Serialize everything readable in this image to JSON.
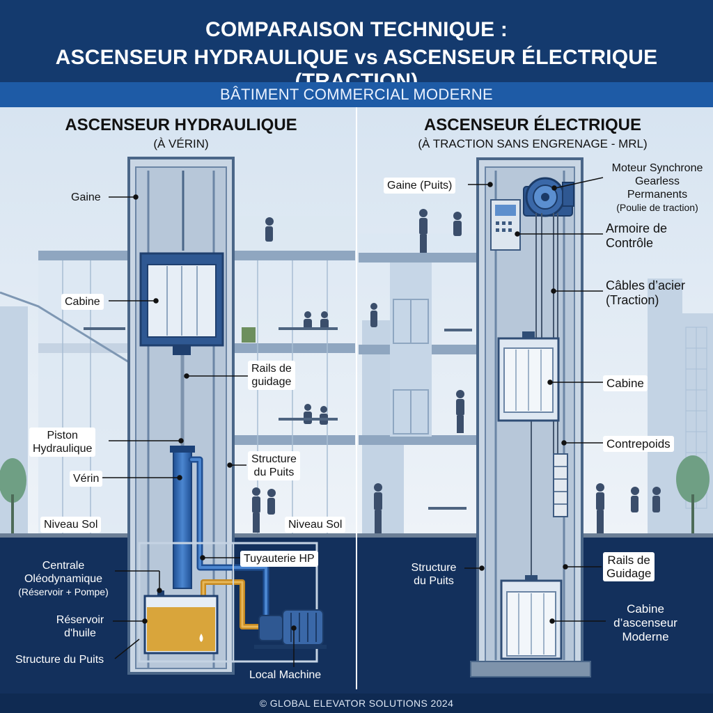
{
  "title": {
    "line1": "COMPARAISON TECHNIQUE :",
    "line2": "ASCENSEUR HYDRAULIQUE vs ASCENSEUR ÉLECTRIQUE (TRACTION)"
  },
  "subtitle": "BÂTIMENT COMMERCIAL MODERNE",
  "left_panel": {
    "heading": "ASCENSEUR HYDRAULIQUE",
    "subheading": "(À VÉRIN)",
    "labels": {
      "gaine": "Gaine",
      "cabine": "Cabine",
      "rails_1": "Rails de",
      "rails_2": "guidage",
      "piston_1": "Piston",
      "piston_2": "Hydraulique",
      "verin": "Vérin",
      "structure_1": "Structure",
      "structure_2": "du Puits",
      "niveau_sol_left": "Niveau Sol",
      "niveau_sol_right": "Niveau Sol",
      "centrale_1": "Centrale",
      "centrale_2": "Oléodynamique",
      "centrale_3": "(Réservoir + Pompe)",
      "tuyauterie": "Tuyauterie HP",
      "reservoir_1": "Réservoir",
      "reservoir_2": "d'huile",
      "structure_puits": "Structure du Puits",
      "local_machine": "Local Machine"
    }
  },
  "right_panel": {
    "heading": "ASCENSEUR ÉLECTRIQUE",
    "subheading": "(À TRACTION SANS ENGRENAGE - MRL)",
    "labels": {
      "gaine": "Gaine (Puits)",
      "moteur_1": "Moteur Synchrone",
      "moteur_2": "Gearless",
      "moteur_3": "Permanents",
      "moteur_4": "(Poulie de traction)",
      "armoire_1": "Armoire de",
      "armoire_2": "Contrôle",
      "cables_1": "Câbles d’acier",
      "cables_2": "(Traction)",
      "cabine": "Cabine",
      "contrepoids": "Contrepoids",
      "structure_1": "Structure",
      "structure_2": "du Puits",
      "rails_1": "Rails de",
      "rails_2": "Guidage",
      "cabine_moderne_1": "Cabine",
      "cabine_moderne_2": "d’ascenseur",
      "cabine_moderne_3": "Moderne"
    }
  },
  "footer": "© GLOBAL ELEVATOR SOLUTIONS 2024",
  "colors": {
    "header_bg": "#143a6e",
    "subtitle_bg": "#1e5ba6",
    "underground_bg": "#13305c",
    "shaft_blue": "#3f6aa6",
    "oil": "#d9a53b"
  }
}
